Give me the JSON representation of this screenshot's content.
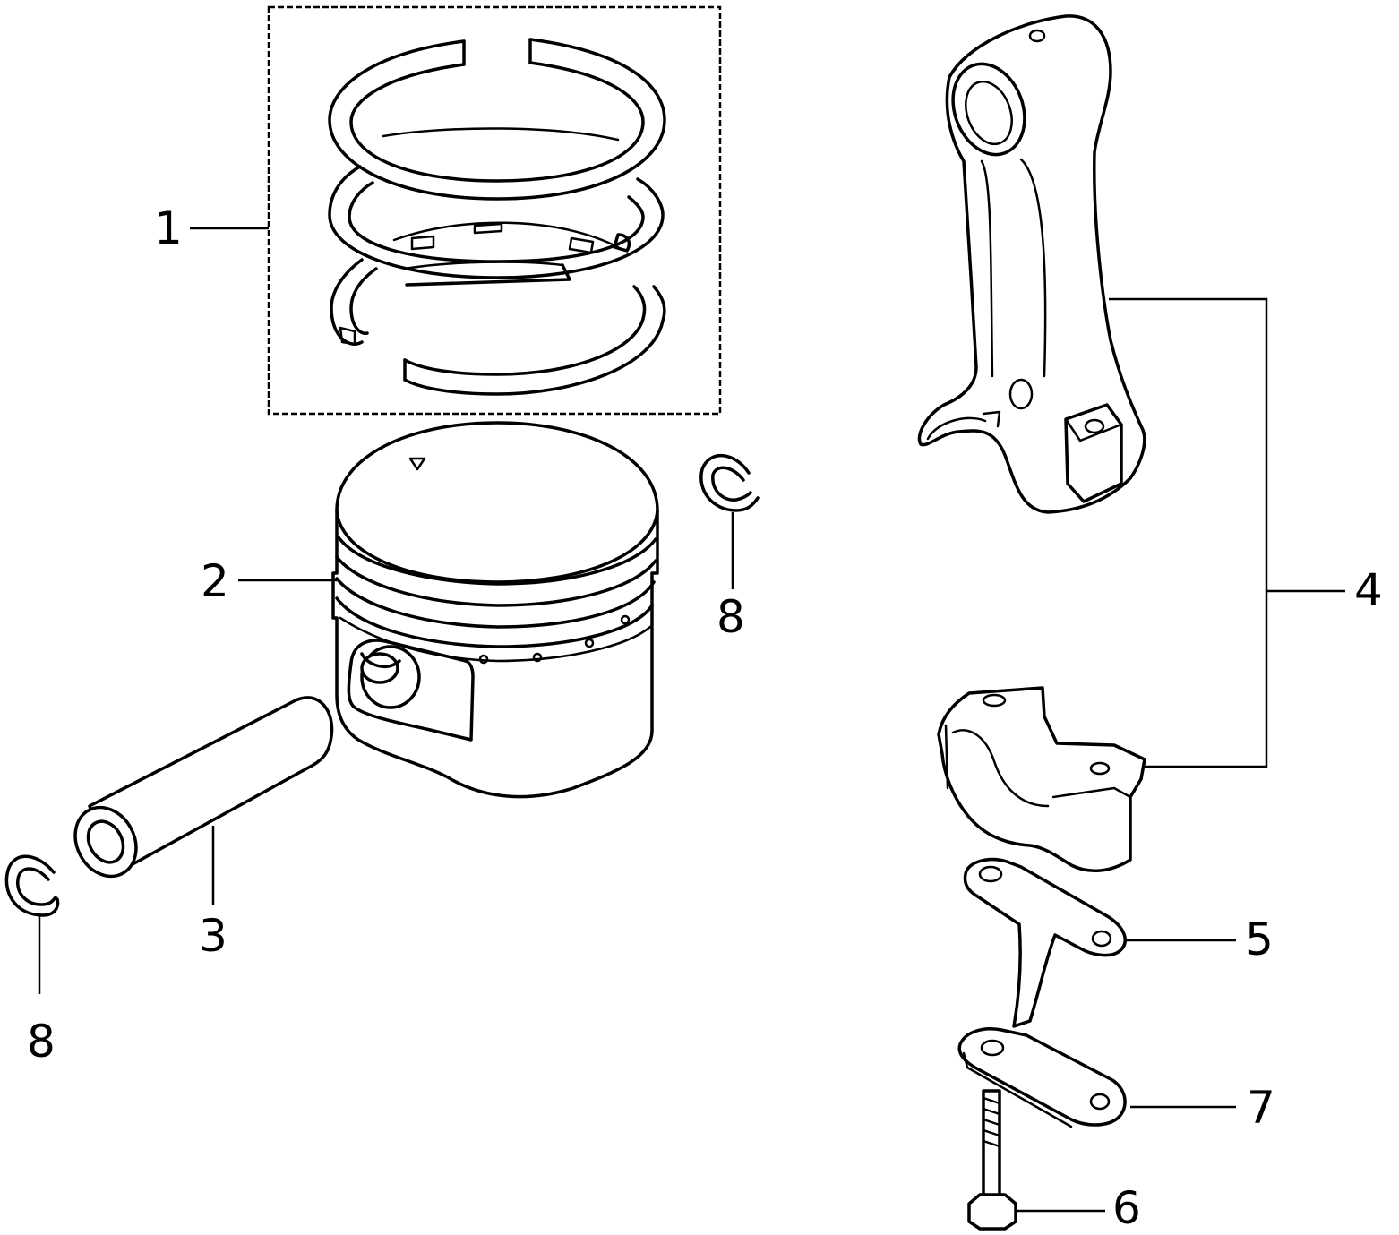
{
  "callouts": {
    "c1": "1",
    "c2": "2",
    "c3": "3",
    "c4": "4",
    "c5": "5",
    "c6": "6",
    "c7": "7",
    "c8a": "8",
    "c8b": "8"
  }
}
